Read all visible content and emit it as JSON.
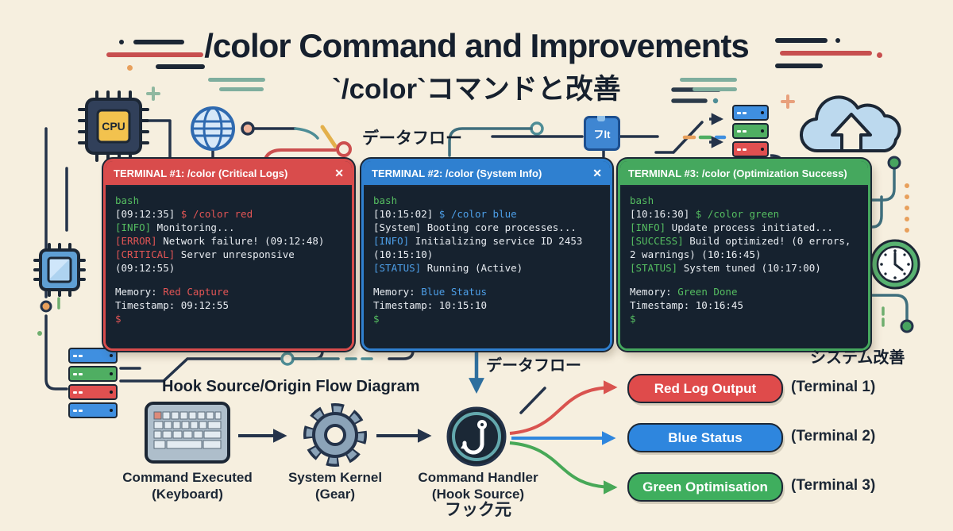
{
  "title": {
    "line1": "/color Command and Improvements",
    "line2": "`/color`コマンドと改善"
  },
  "labels": {
    "data_flow_top": "データフロー",
    "data_flow_bottom": "データフロー",
    "system_improvement": "システム改善",
    "flow_heading": "Hook Source/Origin Flow Diagram",
    "hook_caption_jp": "フック元",
    "cpu_chip": "CPU",
    "filter_chip": "フlt"
  },
  "flow_nodes": [
    {
      "line1": "Command Executed",
      "line2": "(Keyboard)"
    },
    {
      "line1": "System Kernel",
      "line2": "(Gear)"
    },
    {
      "line1": "Command Handler",
      "line2": "(Hook Source)"
    }
  ],
  "outputs": [
    {
      "label": "Red Log Output",
      "ref": "(Terminal 1)",
      "color": "#df4b4b"
    },
    {
      "label": "Blue Status",
      "ref": "(Terminal 2)",
      "color": "#2e86de"
    },
    {
      "label": "Green Optimisation",
      "ref": "(Terminal 3)",
      "color": "#3fae5e"
    }
  ],
  "terminals": [
    {
      "title": "TERMINAL #1: /color (Critical Logs)",
      "close": "✕",
      "accent": "#d94c4c",
      "lines": [
        [
          {
            "t": "bash",
            "c": "g"
          }
        ],
        [
          {
            "t": "[09:12:35] ",
            "c": "w"
          },
          {
            "t": "$ /color red",
            "c": "r"
          }
        ],
        [
          {
            "t": "[INFO]",
            "c": "g"
          },
          {
            "t": " Monitoring...",
            "c": "w"
          }
        ],
        [
          {
            "t": "[ERROR]",
            "c": "r"
          },
          {
            "t": " Network failure! (09:12:48)",
            "c": "w"
          }
        ],
        [
          {
            "t": "[CRITICAL]",
            "c": "r"
          },
          {
            "t": " Server unresponsive (09:12:55)",
            "c": "w"
          }
        ],
        [],
        [
          {
            "t": "Memory: ",
            "c": "w"
          },
          {
            "t": "Red Capture",
            "c": "r"
          }
        ],
        [
          {
            "t": "Timestamp: 09:12:55",
            "c": "w"
          }
        ],
        [
          {
            "t": "$",
            "c": "r"
          }
        ]
      ]
    },
    {
      "title": "TERMINAL #2: /color (System Info)",
      "close": "✕",
      "accent": "#2f80d0",
      "lines": [
        [
          {
            "t": "bash",
            "c": "g"
          }
        ],
        [
          {
            "t": "[10:15:02] ",
            "c": "w"
          },
          {
            "t": "$ /color blue",
            "c": "b"
          }
        ],
        [
          {
            "t": "[System] Booting core processes...",
            "c": "w"
          }
        ],
        [
          {
            "t": "[INFO]",
            "c": "b"
          },
          {
            "t": " Initializing service ID 2453 (10:15:10)",
            "c": "w"
          }
        ],
        [
          {
            "t": "[STATUS]",
            "c": "b"
          },
          {
            "t": " Running (Active)",
            "c": "w"
          }
        ],
        [],
        [
          {
            "t": "Memory: ",
            "c": "w"
          },
          {
            "t": "Blue Status",
            "c": "b"
          }
        ],
        [
          {
            "t": "Timestamp: 10:15:10",
            "c": "w"
          }
        ],
        [
          {
            "t": "$",
            "c": "g"
          }
        ]
      ]
    },
    {
      "title": "TERMINAL #3: /color (Optimization Success)",
      "accent": "#45a85e",
      "lines": [
        [
          {
            "t": "bash",
            "c": "g"
          }
        ],
        [
          {
            "t": "[10:16:30] ",
            "c": "w"
          },
          {
            "t": "$ /color green",
            "c": "g"
          }
        ],
        [
          {
            "t": "[INFO]",
            "c": "g"
          },
          {
            "t": " Update process initiated...",
            "c": "w"
          }
        ],
        [
          {
            "t": "[SUCCESS]",
            "c": "g"
          },
          {
            "t": " Build optimized! (0 errors, 2 warnings) (10:16:45)",
            "c": "w"
          }
        ],
        [
          {
            "t": "[STATUS]",
            "c": "g"
          },
          {
            "t": " System tuned (10:17:00)",
            "c": "w"
          }
        ],
        [],
        [
          {
            "t": "Memory: ",
            "c": "w"
          },
          {
            "t": "Green Done",
            "c": "g"
          }
        ],
        [
          {
            "t": "Timestamp: 10:16:45",
            "c": "w"
          }
        ],
        [
          {
            "t": "$",
            "c": "g"
          }
        ]
      ]
    }
  ],
  "colors": {
    "background": "#f6efdf",
    "ink": "#1f2c3d",
    "terminal_bg": "#16222f",
    "red": "#d94c4c",
    "blue": "#2f80d0",
    "green": "#47a45f"
  }
}
